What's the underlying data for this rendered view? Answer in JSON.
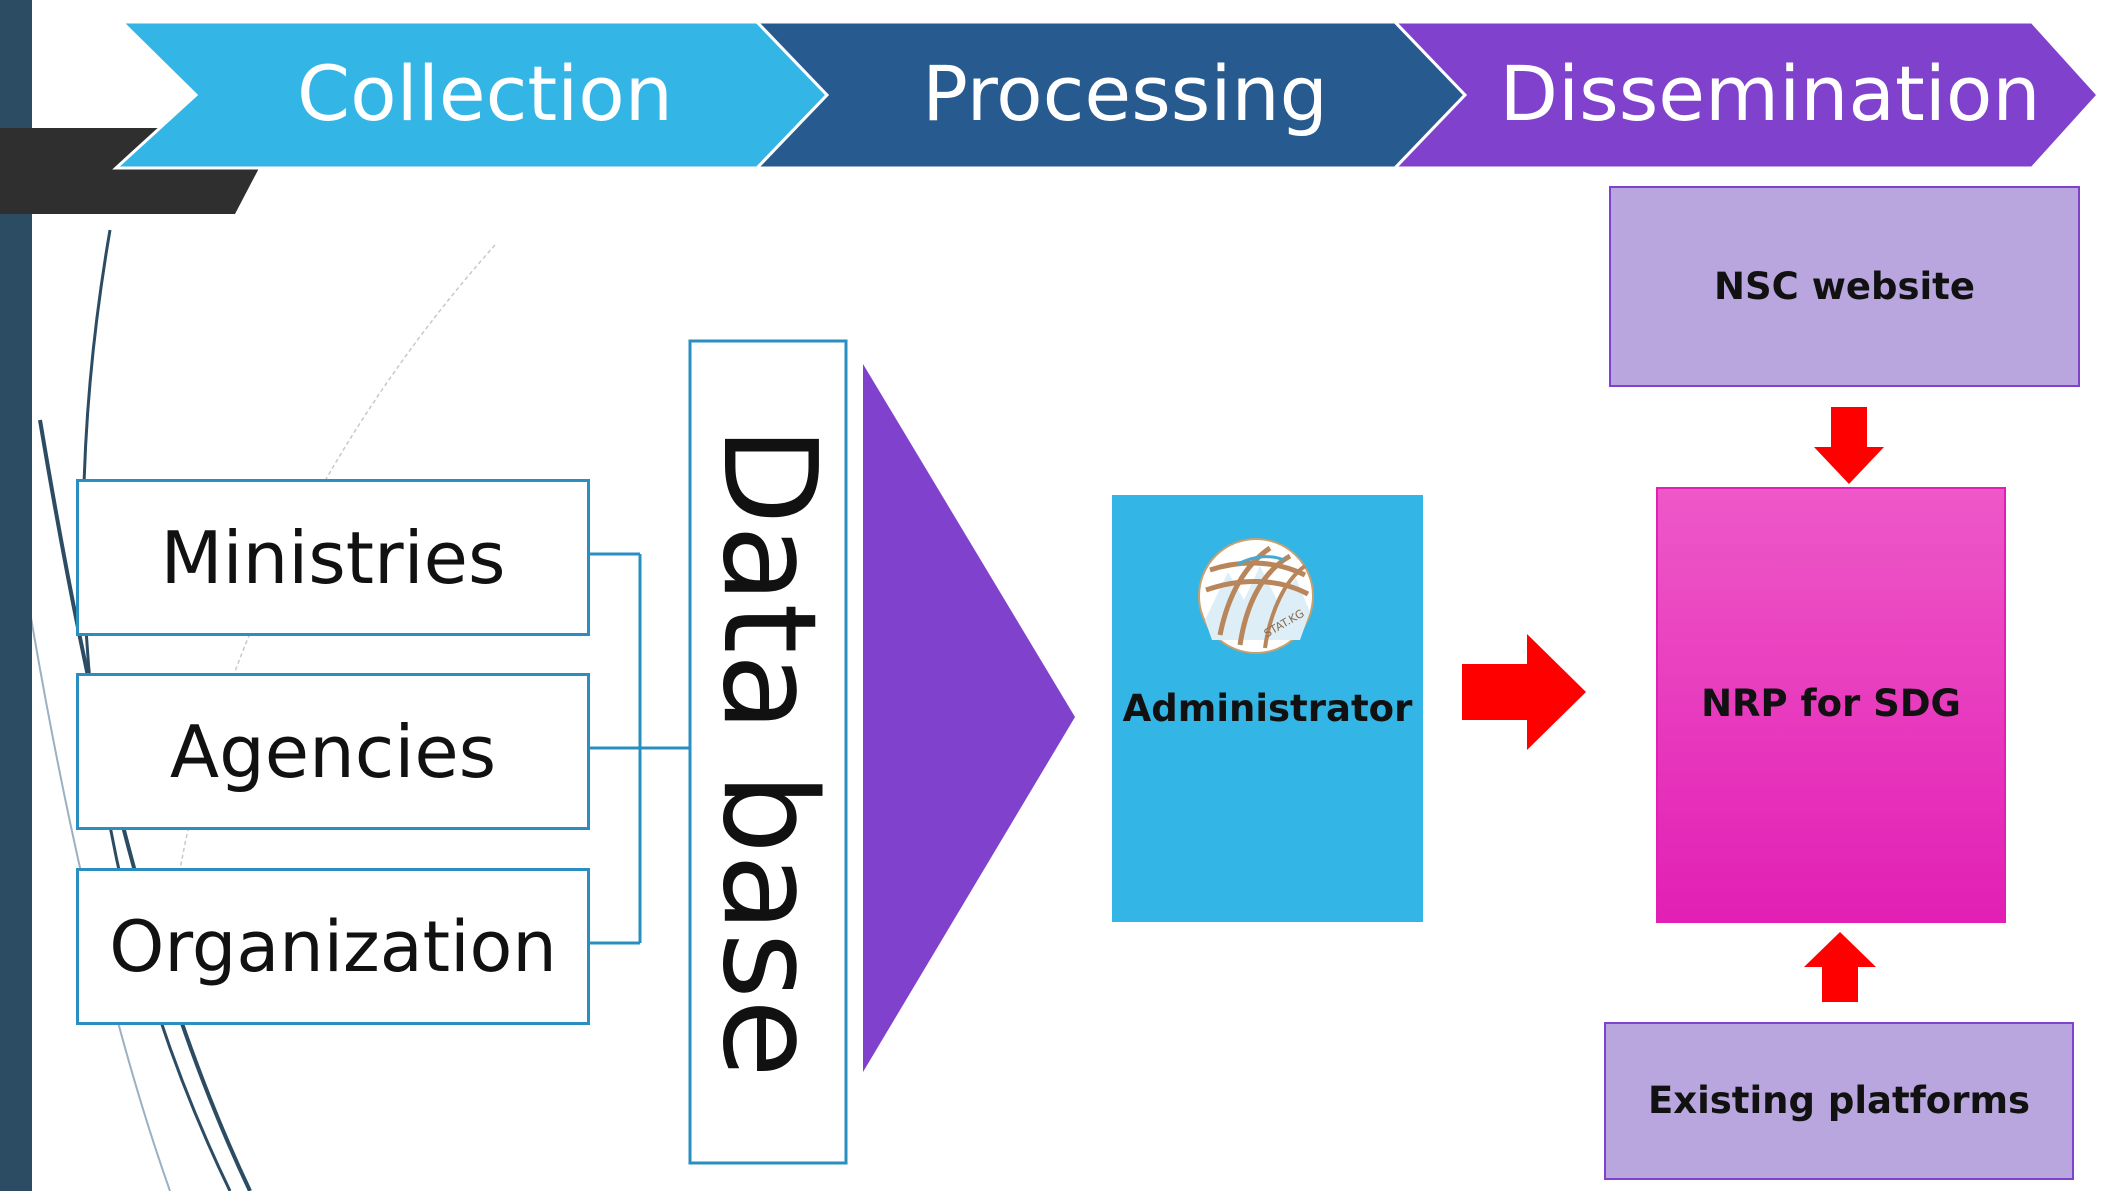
{
  "phases": [
    {
      "label": "Collection",
      "color": "#33B5E5"
    },
    {
      "label": "Processing",
      "color": "#275A8F"
    },
    {
      "label": "Dissemination",
      "color": "#8042CC"
    }
  ],
  "sources": [
    {
      "label": "Ministries"
    },
    {
      "label": "Agencies"
    },
    {
      "label": "Organization"
    }
  ],
  "database": {
    "label": "Data base"
  },
  "administrator": {
    "label": "Administrator",
    "logo_text": "STAT.KG",
    "color": "#33B5E5"
  },
  "outputs": {
    "nsc_website": {
      "label": "NSC website"
    },
    "nrp": {
      "label": "NRP for SDG"
    },
    "existing": {
      "label": "Existing platforms"
    }
  },
  "colors": {
    "sidebar": "#2C4C63",
    "dark_bar": "#2F2F2F",
    "connector": "#2A8FC0",
    "triangle": "#8042CC",
    "arrow": "#FF0000",
    "lavender": "#B9A6DF",
    "magenta_top": "#EE58C8",
    "magenta_bottom": "#E21FB4"
  }
}
